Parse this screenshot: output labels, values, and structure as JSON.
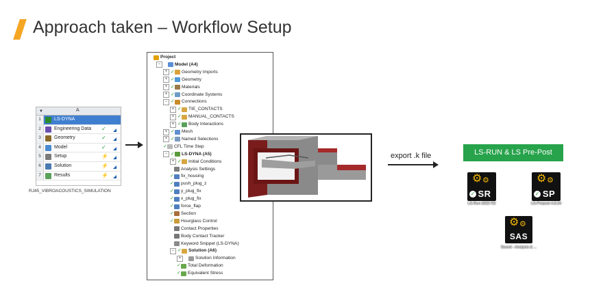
{
  "slide": {
    "title": "Approach taken – Workflow Setup",
    "accent_color": "#f5a623"
  },
  "workbench": {
    "column_header": "A",
    "caption": "RJ45_VIBROACOUSTICS_SIMULATION",
    "rows": [
      {
        "num": "1",
        "label": "LS-DYNA",
        "icon": "ls-dyna-icon",
        "status": ""
      },
      {
        "num": "2",
        "label": "Engineering Data",
        "icon": "engineering-data-icon",
        "status": "✓"
      },
      {
        "num": "3",
        "label": "Geometry",
        "icon": "geometry-icon",
        "status": "✓"
      },
      {
        "num": "4",
        "label": "Model",
        "icon": "model-icon",
        "status": "✓"
      },
      {
        "num": "5",
        "label": "Setup",
        "icon": "setup-icon",
        "status": "⚡"
      },
      {
        "num": "6",
        "label": "Solution",
        "icon": "solution-icon",
        "status": "⚡"
      },
      {
        "num": "7",
        "label": "Results",
        "icon": "results-icon",
        "status": "⚡"
      }
    ]
  },
  "tree": {
    "items": [
      {
        "label": "Project",
        "level": 0,
        "expander": "",
        "check": false,
        "bold": true,
        "icon_color": "#e0a000"
      },
      {
        "label": "Model (A4)",
        "level": 1,
        "expander": "−",
        "check": false,
        "bold": true,
        "icon_color": "#5a8fd6"
      },
      {
        "label": "Geometry Imports",
        "level": 2,
        "expander": "+",
        "check": true,
        "bold": false,
        "icon_color": "#d9a33b"
      },
      {
        "label": "Geometry",
        "level": 2,
        "expander": "+",
        "check": true,
        "bold": false,
        "icon_color": "#4f9ad8"
      },
      {
        "label": "Materials",
        "level": 2,
        "expander": "+",
        "check": true,
        "bold": false,
        "icon_color": "#9a7a4a"
      },
      {
        "label": "Coordinate Systems",
        "level": 2,
        "expander": "+",
        "check": true,
        "bold": false,
        "icon_color": "#6d9dc6"
      },
      {
        "label": "Connections",
        "level": 2,
        "expander": "−",
        "check": true,
        "bold": false,
        "icon_color": "#c98b2a"
      },
      {
        "label": "TIE_CONTACTS",
        "level": 3,
        "expander": "+",
        "check": true,
        "bold": false,
        "icon_color": "#d6a642"
      },
      {
        "label": "MANUAL_CONTACTS",
        "level": 3,
        "expander": "+",
        "check": true,
        "bold": false,
        "icon_color": "#d6a642"
      },
      {
        "label": "Body Interactions",
        "level": 3,
        "expander": "+",
        "check": true,
        "bold": false,
        "icon_color": "#5aa05a"
      },
      {
        "label": "Mesh",
        "level": 2,
        "expander": "+",
        "check": true,
        "bold": false,
        "icon_color": "#5f8fcf"
      },
      {
        "label": "Named Selections",
        "level": 2,
        "expander": "+",
        "check": true,
        "bold": false,
        "icon_color": "#7a9bc2"
      },
      {
        "label": "CFL Time Step",
        "level": 2,
        "expander": "",
        "check": true,
        "bold": false,
        "icon_color": "#b9b9b9"
      },
      {
        "label": "LS-DYNA (A5)",
        "level": 2,
        "expander": "−",
        "check": true,
        "bold": true,
        "icon_color": "#5a9a3c"
      },
      {
        "label": "Initial Conditions",
        "level": 3,
        "expander": "+",
        "check": true,
        "bold": false,
        "icon_color": "#d6a642"
      },
      {
        "label": "Analysis Settings",
        "level": 3,
        "expander": "",
        "check": false,
        "bold": false,
        "icon_color": "#7d7d7d"
      },
      {
        "label": "fix_housing",
        "level": 3,
        "expander": "",
        "check": true,
        "bold": false,
        "icon_color": "#4f7fc0"
      },
      {
        "label": "push_plug_z",
        "level": 3,
        "expander": "",
        "check": true,
        "bold": false,
        "icon_color": "#4f7fc0"
      },
      {
        "label": "y_plug_fix",
        "level": 3,
        "expander": "",
        "check": true,
        "bold": false,
        "icon_color": "#4f7fc0"
      },
      {
        "label": "x_plug_fix",
        "level": 3,
        "expander": "",
        "check": true,
        "bold": false,
        "icon_color": "#4f7fc0"
      },
      {
        "label": "force_flap",
        "level": 3,
        "expander": "",
        "check": true,
        "bold": false,
        "icon_color": "#4f7fc0"
      },
      {
        "label": "Section",
        "level": 3,
        "expander": "",
        "check": true,
        "bold": false,
        "icon_color": "#a86f3d"
      },
      {
        "label": "Hourglass Control",
        "level": 3,
        "expander": "",
        "check": true,
        "bold": false,
        "icon_color": "#c99b3b"
      },
      {
        "label": "Contact Properties",
        "level": 3,
        "expander": "",
        "check": false,
        "bold": false,
        "icon_color": "#777777"
      },
      {
        "label": "Body Contact Tracker",
        "level": 3,
        "expander": "",
        "check": false,
        "bold": false,
        "icon_color": "#777777"
      },
      {
        "label": "Keyword Snippet (LS-DYNA)",
        "level": 3,
        "expander": "",
        "check": false,
        "bold": false,
        "icon_color": "#8a8a8a"
      },
      {
        "label": "Solution (A6)",
        "level": 3,
        "expander": "−",
        "check": true,
        "bold": true,
        "icon_color": "#d6a642"
      },
      {
        "label": "Solution Information",
        "level": 4,
        "expander": "+",
        "check": false,
        "bold": false,
        "icon_color": "#9a9a9a"
      },
      {
        "label": "Total Deformation",
        "level": 4,
        "expander": "",
        "check": true,
        "bold": false,
        "icon_color": "#6aa84f"
      },
      {
        "label": "Equivalent Stress",
        "level": 4,
        "expander": "",
        "check": true,
        "bold": false,
        "icon_color": "#6aa84f"
      }
    ]
  },
  "export_label": "export .k file",
  "lsrun_banner": {
    "label": "LS-RUN & LS Pre-Post",
    "color": "#27a34b"
  },
  "apps": [
    {
      "abbr": "SR",
      "caption": "LS-Run 2022 R2",
      "icon": "ls-run-icon"
    },
    {
      "abbr": "SP",
      "caption": "LS-Prepost 4.8.24",
      "icon": "ls-prepost-icon"
    },
    {
      "abbr": "SAS",
      "caption": "Sound - Analysis & ...",
      "icon": "sound-analysis-icon"
    }
  ]
}
